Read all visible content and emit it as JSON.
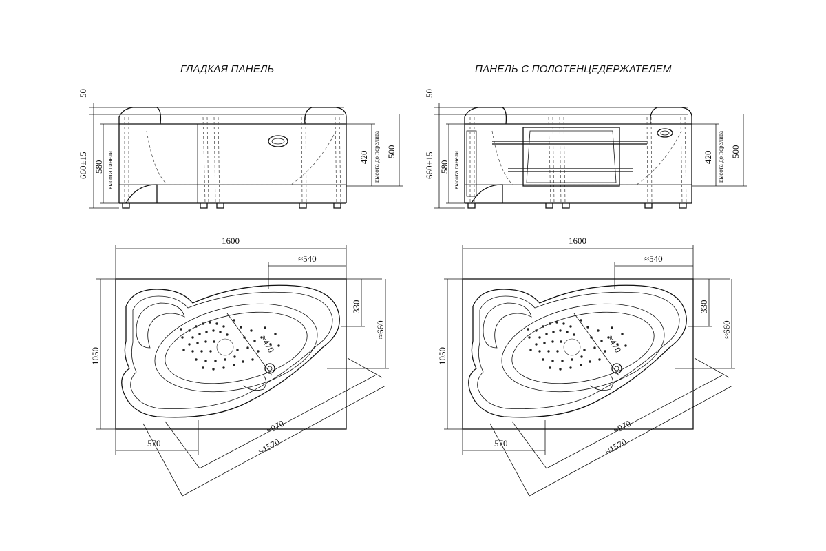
{
  "titles": {
    "left": "ГЛАДКАЯ ПАНЕЛЬ",
    "right": "ПАНЕЛЬ С ПОЛОТЕНЦЕДЕРЖАТЕЛЕМ"
  },
  "side_view": {
    "dim_top": "50",
    "dim_total": "660±15",
    "dim_panel": "580",
    "label_panel": "высота панели",
    "dim_rim": "420",
    "label_rim": "высота до перелива",
    "dim_full": "500"
  },
  "top_view": {
    "dim_length": "1600",
    "dim_540": "≈540",
    "dim_330": "330",
    "dim_660": "≈660",
    "dim_width": "1050",
    "dim_470": "≈470",
    "dim_970": "≈970",
    "dim_570": "570",
    "dim_1570": "≈1570"
  }
}
